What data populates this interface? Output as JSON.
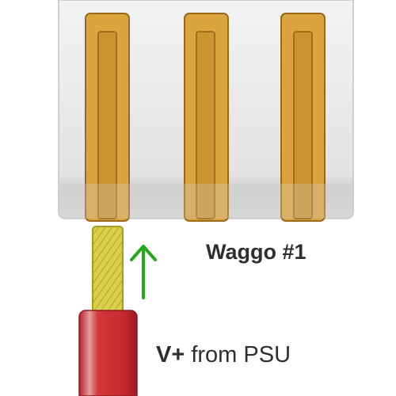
{
  "connector": {
    "label": "Waggo #1",
    "slot_count": 3,
    "colors": {
      "body_top": "#f2f2f2",
      "body_bottom": "#d6d6d6",
      "slot_fill": "#dca43f",
      "slot_stroke": "#9a6a1c"
    }
  },
  "wire": {
    "label_bold": "V+",
    "label_rest": " from PSU",
    "colors": {
      "conductor": "#d4ca45",
      "insulation": "#c0282c",
      "insulation_highlight": "#e08a8c"
    }
  },
  "arrow": {
    "direction": "up",
    "color": "#26a81c"
  }
}
